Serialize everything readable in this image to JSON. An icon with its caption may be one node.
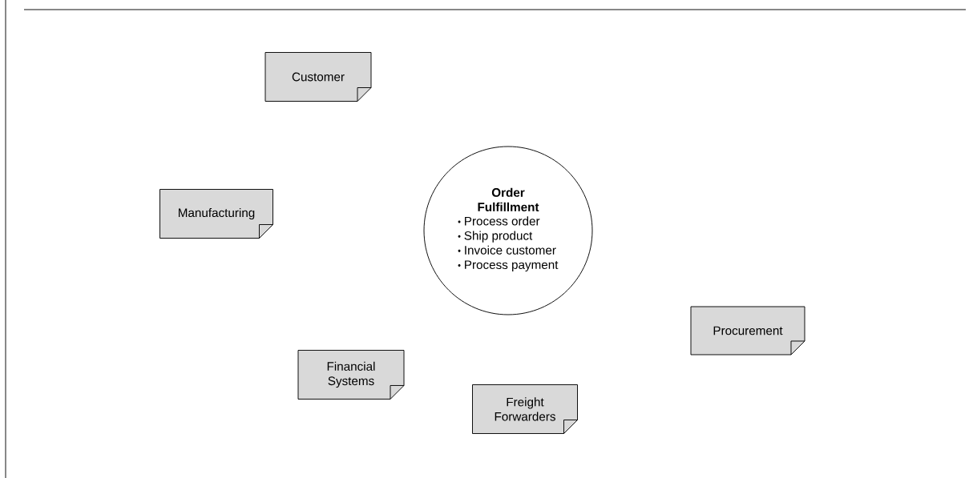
{
  "diagram": {
    "nodes": [
      {
        "text": [
          "Customer"
        ]
      },
      {
        "text": [
          "Order Fulfillment",
          "Process order",
          "Ship product",
          "Invoice customer",
          "Process payment"
        ]
      },
      {
        "text": [
          "Manufacturing"
        ]
      },
      {
        "text": [
          "Procurement"
        ]
      },
      {
        "text": [
          "Financial Systems"
        ]
      },
      {
        "text": [
          "Freight Forwarders"
        ]
      }
    ]
  }
}
